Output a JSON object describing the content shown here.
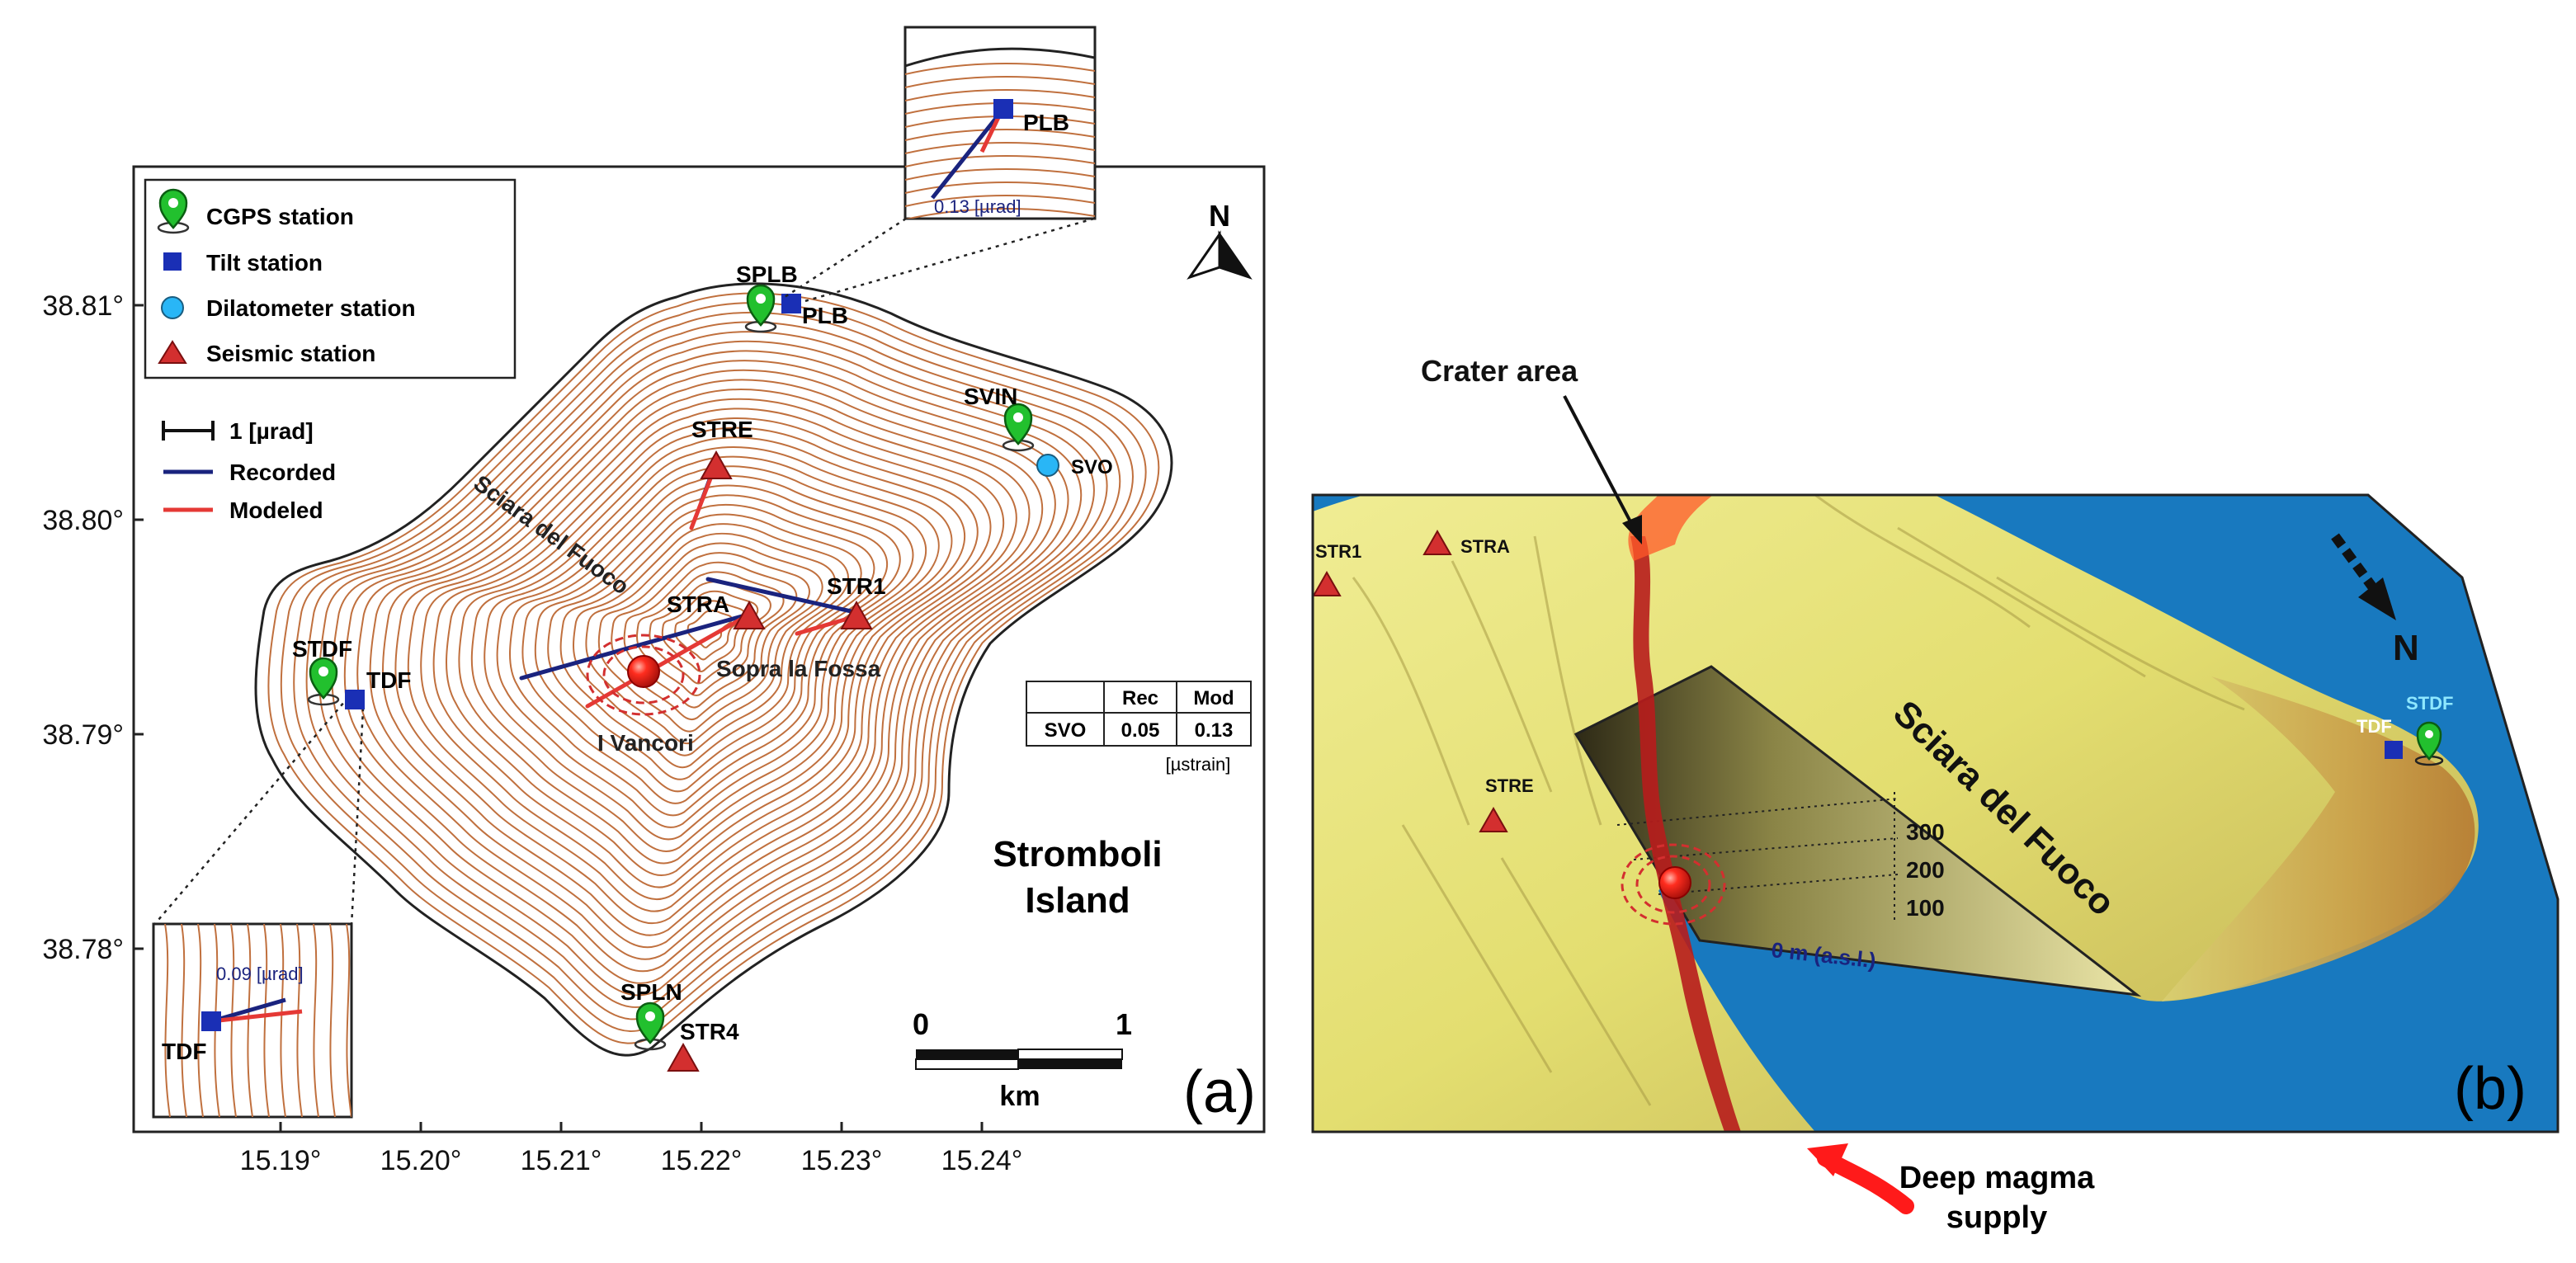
{
  "panel_a": {
    "panel_label": "(a)",
    "island_name_line1": "Stromboli",
    "island_name_line2": "Island",
    "lat_labels": [
      "38.81°",
      "38.80°",
      "38.79°",
      "38.78°"
    ],
    "lon_labels": [
      "15.19°",
      "15.20°",
      "15.21°",
      "15.22°",
      "15.23°",
      "15.24°"
    ],
    "north_label": "N",
    "legend": {
      "cgps": "CGPS station",
      "tilt": "Tilt station",
      "dilatometer": "Dilatometer station",
      "seismic": "Seismic station",
      "scale_label": "1 [µrad]",
      "recorded": "Recorded",
      "modeled": "Modeled"
    },
    "stations": {
      "splb": "SPLB",
      "plb": "PLB",
      "svin": "SVIN",
      "svo": "SVO",
      "stre": "STRE",
      "stra": "STRA",
      "str1": "STR1",
      "stdf": "STDF",
      "tdf": "TDF",
      "spln": "SPLN",
      "str4": "STR4"
    },
    "places": {
      "sciara": "Sciara del Fuoco",
      "sopra": "Sopra la Fossa",
      "vancori": "I Vancori"
    },
    "strain_table": {
      "col_rec": "Rec",
      "col_mod": "Mod",
      "row_label": "SVO",
      "rec": "0.05",
      "mod": "0.13",
      "unit": "[µstrain]"
    },
    "inset_plb": {
      "label": "PLB",
      "value": "0.13 [µrad]"
    },
    "inset_tdf": {
      "label": "TDF",
      "value": "0.09 [µrad]"
    },
    "scale_bar": {
      "left": "0",
      "right": "1",
      "unit": "km"
    },
    "colors": {
      "contour": "#c0703e",
      "recorded": "#1a237e",
      "modeled": "#e53935",
      "tilt": "#1a2fb5",
      "dilatometer": "#29b6f6",
      "seismic": "#d32f2f",
      "gps": "#22c02e"
    }
  },
  "panel_b": {
    "panel_label": "(b)",
    "crater_label": "Crater area",
    "sciara_label": "Sciara del Fuoco",
    "north_label": "N",
    "deep_line1": "Deep magma",
    "deep_line2": "supply",
    "stations": {
      "str1": "STR1",
      "stra": "STRA",
      "stre": "STRE",
      "tdf": "TDF",
      "stdf": "STDF"
    },
    "elevations": [
      "300",
      "200",
      "100"
    ],
    "sea_level": "0 m (a.s.l.)",
    "colors": {
      "sea": "#1879bf",
      "terrain": "#e6e27a",
      "dike": "#b71c1c",
      "coast": "#c48a3e"
    }
  }
}
